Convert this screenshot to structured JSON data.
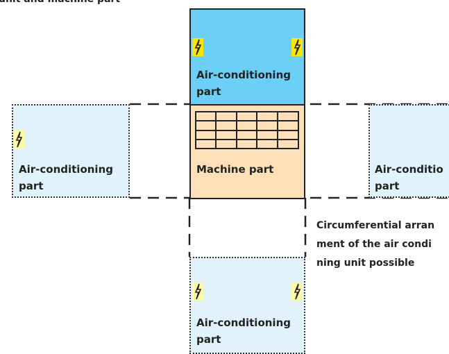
{
  "caption_top": "unit and machine part",
  "center": {
    "ac_label": "Air-conditioning\npart",
    "machine_label": "Machine part"
  },
  "left": {
    "ac_label": "Air-conditioning\npart"
  },
  "right": {
    "ac_label": "Air-conditio\npart"
  },
  "bottom": {
    "ac_label": "Air-conditioning\npart"
  },
  "note": "Circumferential arran\nment of the air condi\nning unit possible",
  "colors": {
    "ac_active": "#6ccff6",
    "ac_option": "#e1f2fb",
    "machine": "#fde0b8",
    "bolt": "#ffe500",
    "bolt_pale": "#fffaa6"
  }
}
